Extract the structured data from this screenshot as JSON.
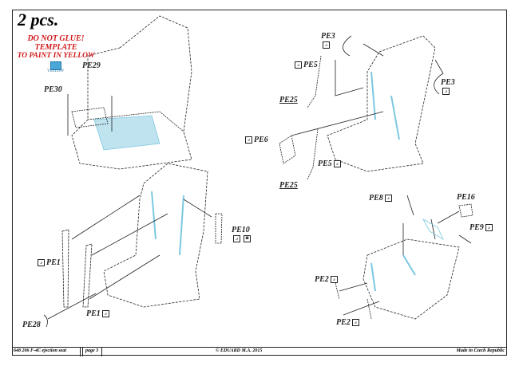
{
  "title": "2 pcs.",
  "warning": [
    "DO NOT GLUE!",
    "TEMPLATE",
    "TO PAINT IN YELLOW"
  ],
  "swatch_label": "YELLOW",
  "colors": {
    "warning": "#d01818",
    "part_highlight": "#7cc8e0",
    "line": "#222222"
  },
  "labels": {
    "pe29": "PE29",
    "pe30": "PE30",
    "pe3_top": "PE3",
    "pe5_top": "PE5",
    "pe25_top": "PE25",
    "pe3_right": "PE3",
    "pe6": "PE6",
    "pe5_bottom": "PE5",
    "pe25_bottom": "PE25",
    "pe10": "PE10",
    "pe1_left": "PE1",
    "pe1_bottom": "PE1",
    "pe28": "PE28",
    "pe8": "PE8",
    "pe16": "PE16",
    "pe9": "PE9",
    "pe2_upper": "PE2",
    "pe2_lower": "PE2"
  },
  "footer": {
    "kit": "648 206  F-4C ejection seat",
    "page": "page 3",
    "copyright": "© EDUARD  M.A. 2015",
    "origin": "Made in Czech Republic"
  }
}
